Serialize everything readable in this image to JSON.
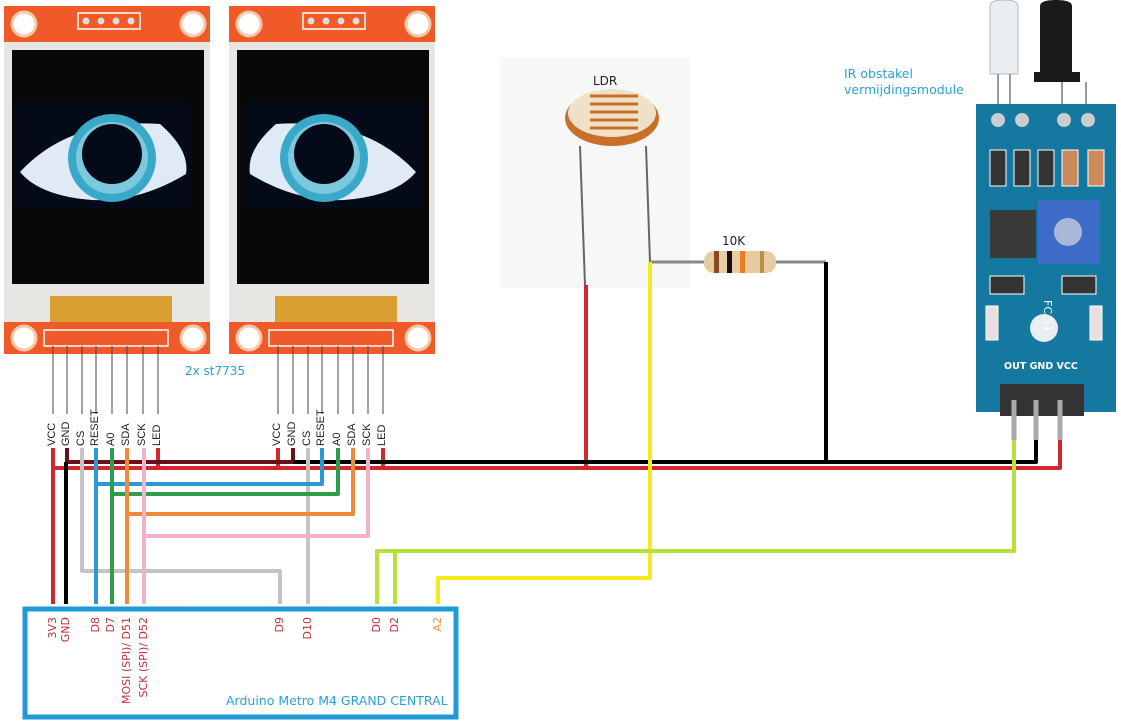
{
  "title_labels": {
    "displays": "2x st7735",
    "ldr": "LDR",
    "resistor": "10K",
    "ir_module_line1": "IR obstakel",
    "ir_module_line2": "vermijdingsmodule",
    "ir_board_text": "FC-51",
    "ir_pins": "OUT GND VCC",
    "arduino": "Arduino Metro M4 GRAND CENTRAL"
  },
  "display_pins": [
    "VCC",
    "GND",
    "CS",
    "RESET",
    "A0",
    "SDA",
    "SCK",
    "LED"
  ],
  "arduino_pins": [
    {
      "id": "3v3",
      "label": "3V3",
      "color": "#c0303a"
    },
    {
      "id": "gnd",
      "label": "GND",
      "color": "#c0303a"
    },
    {
      "id": "d8",
      "label": "D8",
      "color": "#c0303a"
    },
    {
      "id": "d7",
      "label": "D7",
      "color": "#c0303a"
    },
    {
      "id": "d51",
      "label": "MOSI (SPI)/ D51",
      "color": "#c0303a"
    },
    {
      "id": "d52",
      "label": "SCK (SPI)/ D52",
      "color": "#c0303a"
    },
    {
      "id": "d9",
      "label": "D9",
      "color": "#c0303a"
    },
    {
      "id": "d10",
      "label": "D10",
      "color": "#c0303a"
    },
    {
      "id": "d0",
      "label": "D0",
      "color": "#c0303a"
    },
    {
      "id": "d2",
      "label": "D2",
      "color": "#c0303a"
    },
    {
      "id": "a2",
      "label": "A2",
      "color": "#e8943a"
    }
  ],
  "wire_colors": {
    "power": "#d0282e",
    "ground": "#000000",
    "ground_dark": "#6b0f18",
    "cs": "#c4c4c4",
    "reset": "#2a9ad4",
    "a0": "#2e9e4a",
    "sda": "#ee8a3a",
    "sck": "#f2b3c8",
    "ldr_signal": "#f2ec1c",
    "ir_signal": "#b8e03a",
    "arduino_box": "#1e9ad6"
  }
}
